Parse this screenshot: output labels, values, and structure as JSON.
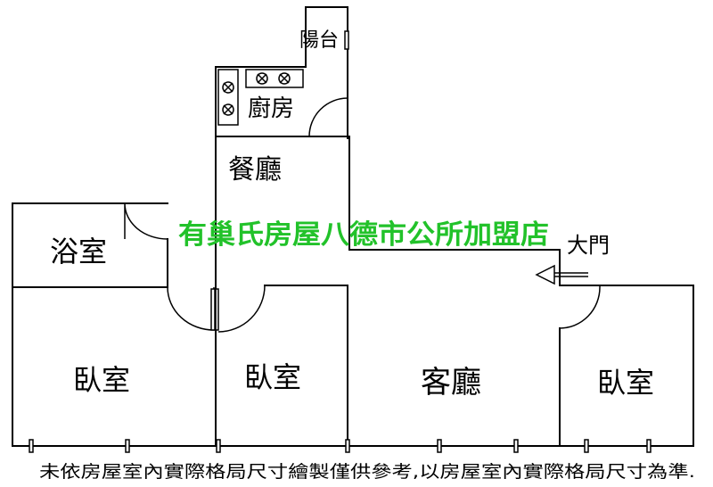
{
  "rooms": {
    "balcony": "陽台",
    "kitchen": "廚房",
    "dining": "餐廳",
    "bathroom": "浴室",
    "bedroom_left": "臥室",
    "bedroom_middle": "臥室",
    "living": "客廳",
    "bedroom_right": "臥室"
  },
  "entrance_label": "大門",
  "watermark": "有巢氏房屋八德市公所加盟店",
  "disclaimer": "未依房屋室內實際格局尺寸繪製僅供參考,以房屋室內實際格局尺寸為準.",
  "colors": {
    "walls": "#000000",
    "watermark": "#22c22a",
    "background": "#ffffff"
  }
}
